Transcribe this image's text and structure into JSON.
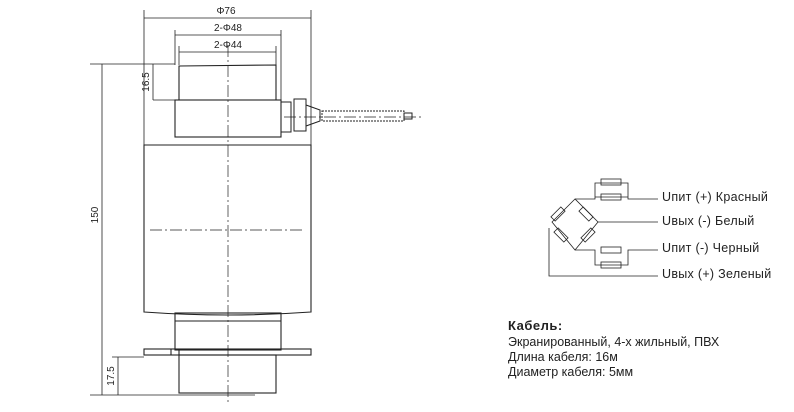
{
  "dimensions": {
    "outer_diameter": "Φ76",
    "d48": "2-Φ48",
    "d44": "2-Φ44",
    "cap_height": "16.5",
    "total_height": "150",
    "base_height": "17.5"
  },
  "wiring": [
    {
      "label": "Uпит (+) Красный",
      "color": "#d00000"
    },
    {
      "label": "Uвых (-) Белый",
      "color": "#ffffff"
    },
    {
      "label": "Uпит (-) Черный",
      "color": "#000000"
    },
    {
      "label": "Uвых (+) Зеленый",
      "color": "#00a000"
    }
  ],
  "cable": {
    "title": "Кабель:",
    "lines": [
      "Экранированный, 4-х жильный, ПВХ",
      "Длина кабеля: 16м",
      "Диаметр кабеля: 5мм"
    ]
  }
}
